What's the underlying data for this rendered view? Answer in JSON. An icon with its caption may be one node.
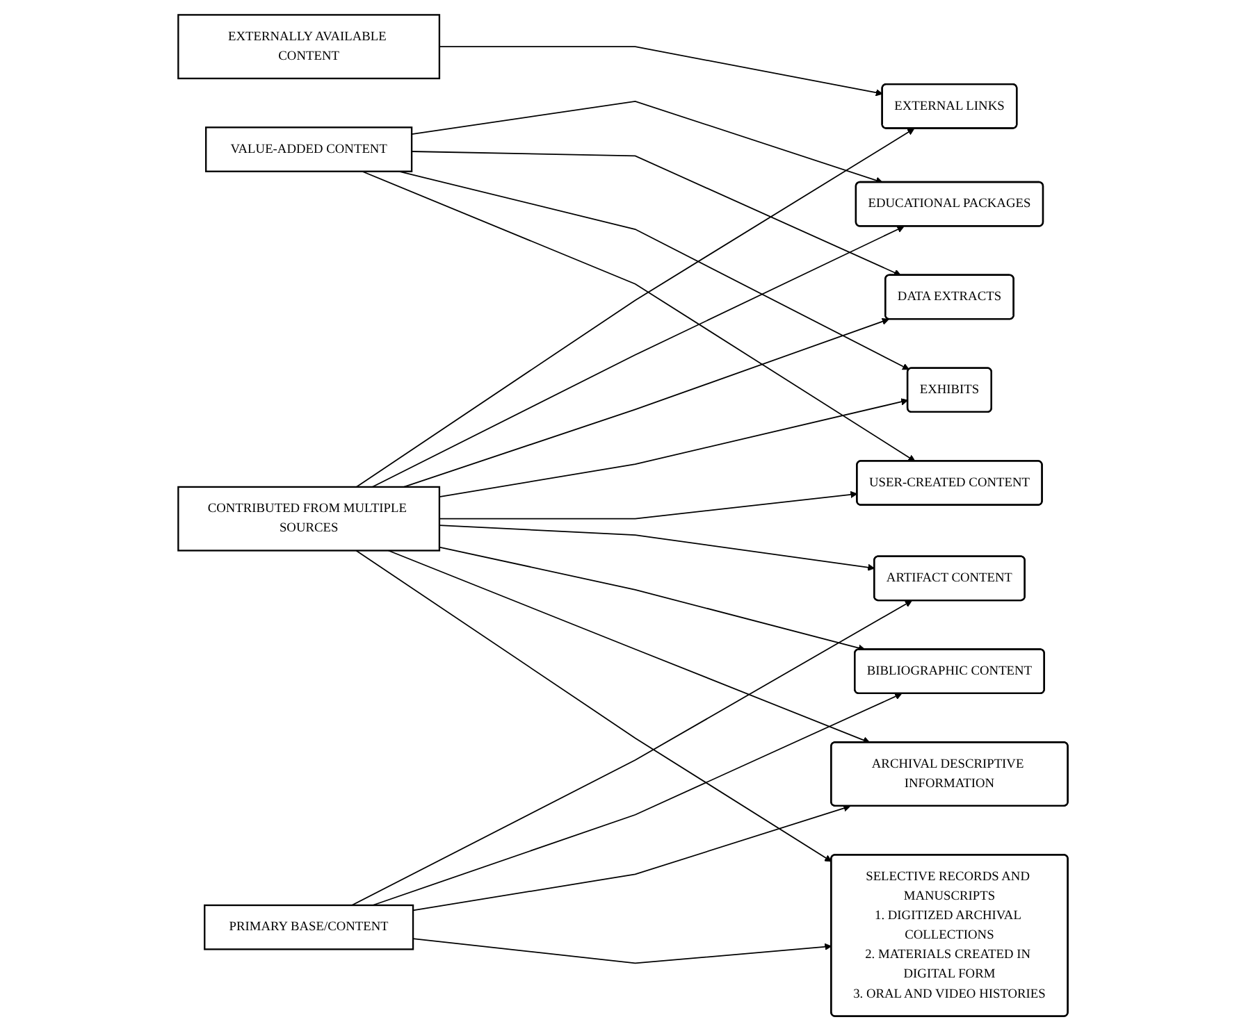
{
  "diagram": {
    "nodes": [
      {
        "text": [
          "CONTRIBUTED FROM MULTIPLE SOURCES"
        ]
      },
      {
        "text": [
          "EXTERNAL LINKS"
        ]
      },
      {
        "text": [
          "EDUCATIONAL PACKAGES"
        ]
      },
      {
        "text": [
          "DATA EXTRACTS"
        ]
      },
      {
        "text": [
          "EXHIBITS"
        ]
      },
      {
        "text": [
          "USER-CREATED CONTENT"
        ]
      },
      {
        "text": [
          "ARTIFACT CONTENT"
        ]
      },
      {
        "text": [
          "BIBLIOGRAPHIC CONTENT"
        ]
      },
      {
        "text": [
          "ARCHIVAL DESCRIPTIVE INFORMATION"
        ]
      },
      {
        "text": [
          "SELECTIVE RECORDS AND MANUSCRIPTS",
          "1. DIGITIZED ARCHIVAL COLLECTIONS",
          "2. MATERIALS CREATED IN DIGITAL FORM",
          "3. ORAL AND VIDEO HISTORIES"
        ]
      },
      {
        "text": [
          "EXTERNALLY AVAILABLE CONTENT"
        ]
      },
      {
        "text": [
          "VALUE-ADDED CONTENT"
        ]
      },
      {
        "text": [
          "PRIMARY BASE/CONTENT"
        ]
      }
    ],
    "edges": [
      {
        "from": 0,
        "to": 1,
        "arrow": "to"
      },
      {
        "from": 0,
        "to": 2,
        "arrow": "to"
      },
      {
        "from": 0,
        "to": 3,
        "arrow": "to"
      },
      {
        "from": 0,
        "to": 4,
        "arrow": "to"
      },
      {
        "from": 0,
        "to": 5,
        "arrow": "to"
      },
      {
        "from": 0,
        "to": 6,
        "arrow": "to"
      },
      {
        "from": 0,
        "to": 7,
        "arrow": "to"
      },
      {
        "from": 0,
        "to": 8,
        "arrow": "to"
      },
      {
        "from": 0,
        "to": 9,
        "arrow": "to"
      },
      {
        "from": 10,
        "to": 1,
        "arrow": "to"
      },
      {
        "from": 11,
        "to": 2,
        "arrow": "to"
      },
      {
        "from": 11,
        "to": 3,
        "arrow": "to"
      },
      {
        "from": 11,
        "to": 4,
        "arrow": "to"
      },
      {
        "from": 11,
        "to": 5,
        "arrow": "to"
      },
      {
        "from": 12,
        "to": 6,
        "arrow": "to"
      },
      {
        "from": 12,
        "to": 7,
        "arrow": "to"
      },
      {
        "from": 12,
        "to": 8,
        "arrow": "to"
      },
      {
        "from": 12,
        "to": 9,
        "arrow": "to"
      }
    ]
  }
}
